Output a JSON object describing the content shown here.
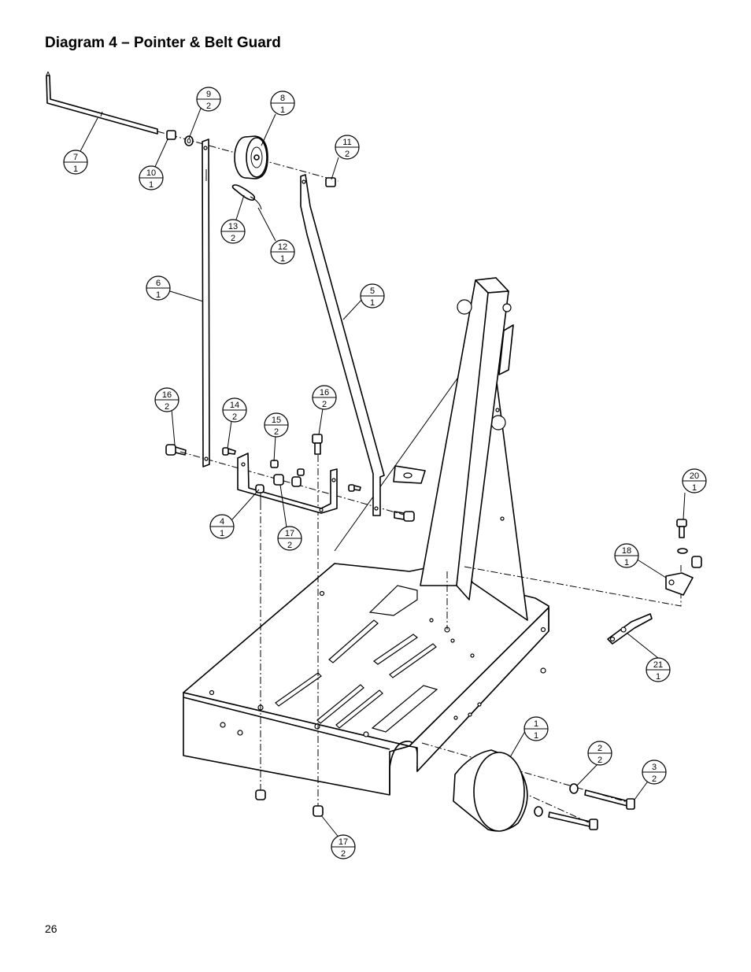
{
  "page": {
    "title": "Diagram 4 – Pointer & Belt Guard",
    "page_number": "26"
  },
  "callouts": [
    {
      "id": "c7",
      "item": "7",
      "qty": "1"
    },
    {
      "id": "c9",
      "item": "9",
      "qty": "2"
    },
    {
      "id": "c8",
      "item": "8",
      "qty": "1"
    },
    {
      "id": "c10",
      "item": "10",
      "qty": "1"
    },
    {
      "id": "c11",
      "item": "11",
      "qty": "2"
    },
    {
      "id": "c13",
      "item": "13",
      "qty": "2"
    },
    {
      "id": "c12",
      "item": "12",
      "qty": "1"
    },
    {
      "id": "c6",
      "item": "6",
      "qty": "1"
    },
    {
      "id": "c5",
      "item": "5",
      "qty": "1"
    },
    {
      "id": "c16a",
      "item": "16",
      "qty": "2"
    },
    {
      "id": "c14",
      "item": "14",
      "qty": "2"
    },
    {
      "id": "c15",
      "item": "15",
      "qty": "2"
    },
    {
      "id": "c16b",
      "item": "16",
      "qty": "2"
    },
    {
      "id": "c4",
      "item": "4",
      "qty": "1"
    },
    {
      "id": "c17a",
      "item": "17",
      "qty": "2"
    },
    {
      "id": "c20",
      "item": "20",
      "qty": "1"
    },
    {
      "id": "c18",
      "item": "18",
      "qty": "1"
    },
    {
      "id": "c21",
      "item": "21",
      "qty": "1"
    },
    {
      "id": "c1",
      "item": "1",
      "qty": "1"
    },
    {
      "id": "c2",
      "item": "2",
      "qty": "2"
    },
    {
      "id": "c3",
      "item": "3",
      "qty": "2"
    },
    {
      "id": "c17b",
      "item": "17",
      "qty": "2"
    }
  ]
}
